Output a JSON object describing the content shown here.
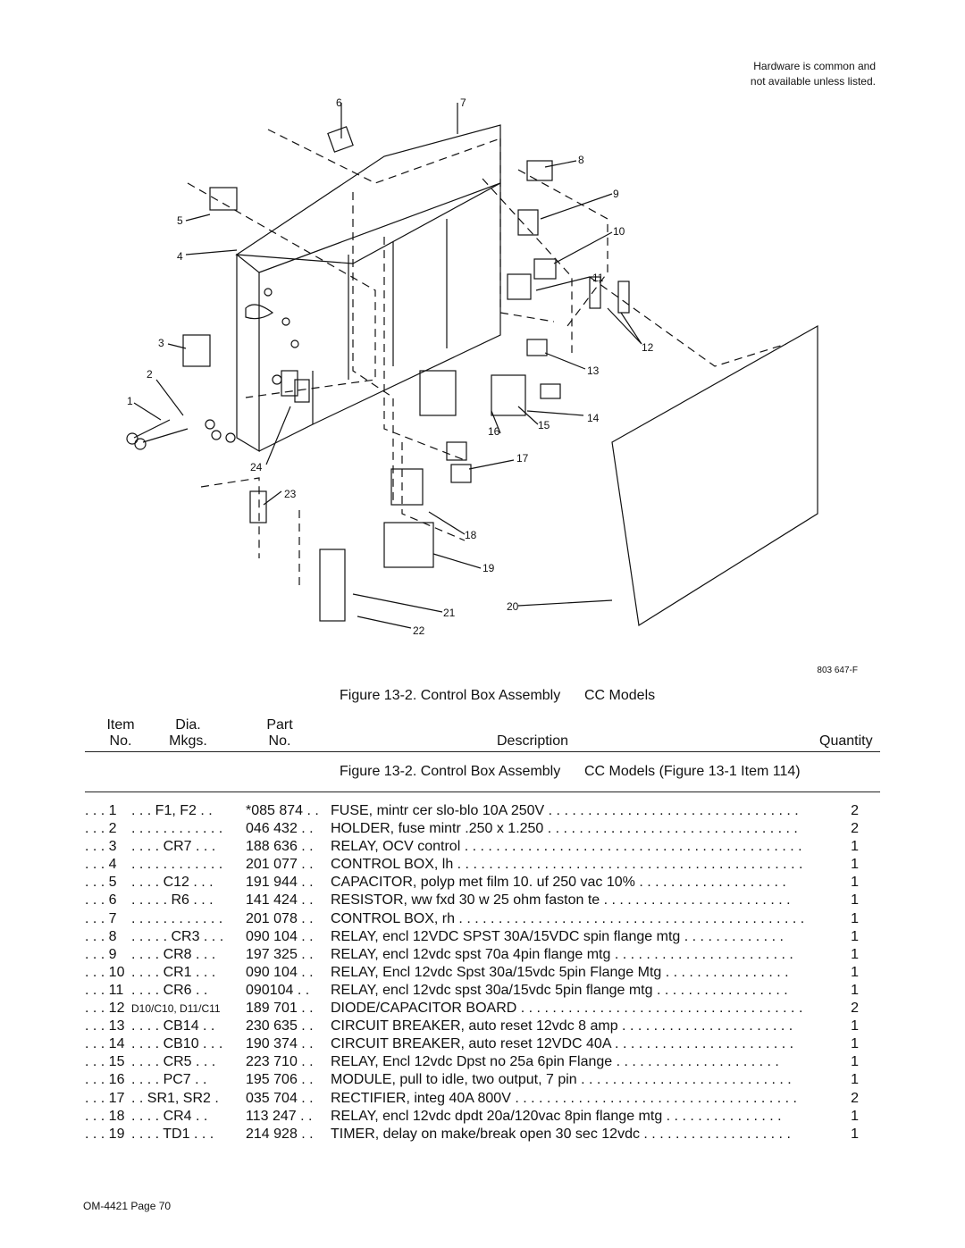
{
  "hardware_note": {
    "line1": "Hardware is common and",
    "line2": "not available unless listed."
  },
  "drawing_number": "803 647-F",
  "callouts": [
    "1",
    "2",
    "3",
    "4",
    "5",
    "6",
    "7",
    "8",
    "9",
    "10",
    "11",
    "12",
    "13",
    "14",
    "15",
    "16",
    "17",
    "18",
    "19",
    "20",
    "21",
    "22",
    "23",
    "24"
  ],
  "figure_title": {
    "name": "Figure 13-2. Control Box Assembly",
    "models": "CC Models"
  },
  "columns": {
    "item1": "Item",
    "item2": "No.",
    "dia1": "Dia.",
    "dia2": "Mkgs.",
    "part1": "Part",
    "part2": "No.",
    "description": "Description",
    "quantity": "Quantity"
  },
  "subheading": {
    "name": "Figure 13-2. Control Box Assembly",
    "models": "CC Models (Figure 13-1 Item 114)"
  },
  "rows": [
    {
      "item": ". . . 1",
      "dia": ". . .    F1, F2  . .",
      "part": "*085 874  . .",
      "desc": "FUSE, mintr cer slo-blo 10A 250V  . . . . . . . . . . . . . . . . . . . . . . . . . . . . . . . .",
      "qty": "2"
    },
    {
      "item": ". . . 2",
      "dia": ". . . . . . . . . . . .",
      "part": "046 432  . .",
      "desc": "HOLDER, fuse mintr .250 x 1.250  . . . . . . . . . . . . . . . . . . . . . . . . . . . . . . . .",
      "qty": "2"
    },
    {
      "item": ". . . 3",
      "dia": ". . . .    CR7  . . .",
      "part": "188 636  . .",
      "desc": "RELAY, OCV control  . . . . . . . . . . . . . . . . . . . . . . . . . . . . . . . . . . . . . . . . . . .",
      "qty": "1"
    },
    {
      "item": ". . . 4",
      "dia": ". . . . . . . . . . . .",
      "part": "201 077  . .",
      "desc": "CONTROL BOX, lh  . . . . . . . . . . . . . . . . . . . . . . . . . . . . . . . . . . . . . . . . . . . .",
      "qty": "1"
    },
    {
      "item": ". . . 5",
      "dia": ". . . .    C12  . . .",
      "part": "191 944  . .",
      "desc": "CAPACITOR, polyp met film 10. uf 250 vac 10%  . . . . . . . . . . . . . . . . . . .",
      "qty": "1"
    },
    {
      "item": ". . . 6",
      "dia": ". . . . .    R6  . . .",
      "part": "141 424  . .",
      "desc": "RESISTOR, ww fxd 30 w 25 ohm faston te  . . . . . . . . . . . . . . . . . . . . . . . .",
      "qty": "1"
    },
    {
      "item": ". . . 7",
      "dia": ". . . . . . . . . . . .",
      "part": "201 078  . .",
      "desc": "CONTROL BOX, rh  . . . . . . . . . . . . . . . . . . . . . . . . . . . . . . . . . . . . . . . . . . . .",
      "qty": "1"
    },
    {
      "item": ". . . 8",
      "dia": ". . . . .  CR3  . . .",
      "part": "090 104  . .",
      "desc": "RELAY, encl 12VDC SPST 30A/15VDC spin flange mtg  . . . . . . . . . . . . .",
      "qty": "1"
    },
    {
      "item": ". . . 9",
      "dia": ". . . .    CR8  . . .",
      "part": "197 325  . .",
      "desc": "RELAY, encl 12vdc spst 70a 4pin flange mtg  . . . . . . . . . . . . . . . . . . . . . . .",
      "qty": "1"
    },
    {
      "item": ". . . 10",
      "dia": ". . . .    CR1  . . .",
      "part": "090 104  . .",
      "desc": "RELAY, Encl 12vdc Spst 30a/15vdc 5pin Flange Mtg  . . . . . . . . . . . . . . . .",
      "qty": "1"
    },
    {
      "item": ". . . 11",
      "dia": ". . . .    CR6  . .",
      "part": "090104  . .",
      "desc": "RELAY, encl 12vdc spst 30a/15vdc 5pin flange mtg  . . . . . . . . . . . . . . . . .",
      "qty": "1"
    },
    {
      "item": ". . . 12",
      "dia": "D10/C10, D11/C11",
      "part": "189 701  . .",
      "desc": "DIODE/CAPACITOR BOARD  . . . . . . . . . . . . . . . . . . . . . . . . . . . . . . . . . . . .",
      "qty": "2"
    },
    {
      "item": ". . . 13",
      "dia": ". . . .  CB14  . .",
      "part": "230 635  . .",
      "desc": "CIRCUIT BREAKER, auto reset 12vdc 8 amp  . . . . . . . . . . . . . . . . . . . . . .",
      "qty": "1"
    },
    {
      "item": ". . . 14",
      "dia": ". . . .  CB10  . . .",
      "part": "190 374  . .",
      "desc": "CIRCUIT BREAKER, auto reset 12VDC 40A  . . . . . . . . . . . . . . . . . . . . . . .",
      "qty": "1"
    },
    {
      "item": ". . . 15",
      "dia": ". . . .    CR5  . . .",
      "part": "223 710  . .",
      "desc": "RELAY, Encl  12vdc Dpst  no 25a  6pin Flange  . . . . . . . . . . . . . . . . . . . . .",
      "qty": "1"
    },
    {
      "item": ". . . 16",
      "dia": ". . . .    PC7  . .",
      "part": "195 706  . .",
      "desc": "MODULE, pull to idle, two output, 7 pin  . . . . . . . . . . . . . . . . . . . . . . . . . . .",
      "qty": "1"
    },
    {
      "item": ". . . 17",
      "dia": ". .  SR1, SR2  .",
      "part": "035 704  . .",
      "desc": "RECTIFIER, integ 40A 800V  . . . . . . . . . . . . . . . . . . . . . . . . . . . . . . . . . . . .",
      "qty": "2"
    },
    {
      "item": ". . . 18",
      "dia": ". . . .    CR4  . .",
      "part": "113 247  . .",
      "desc": "RELAY, encl 12vdc dpdt 20a/120vac 8pin flange mtg  . . . . . . . . . . . . . . .",
      "qty": "1"
    },
    {
      "item": ". . . 19",
      "dia": ". . . .    TD1  . . .",
      "part": "214 928  . .",
      "desc": "TIMER, delay on make/break open 30 sec 12vdc  . . . . . . . . . . . . . . . . . . .",
      "qty": "1"
    }
  ],
  "footer": "OM-4421 Page 70"
}
